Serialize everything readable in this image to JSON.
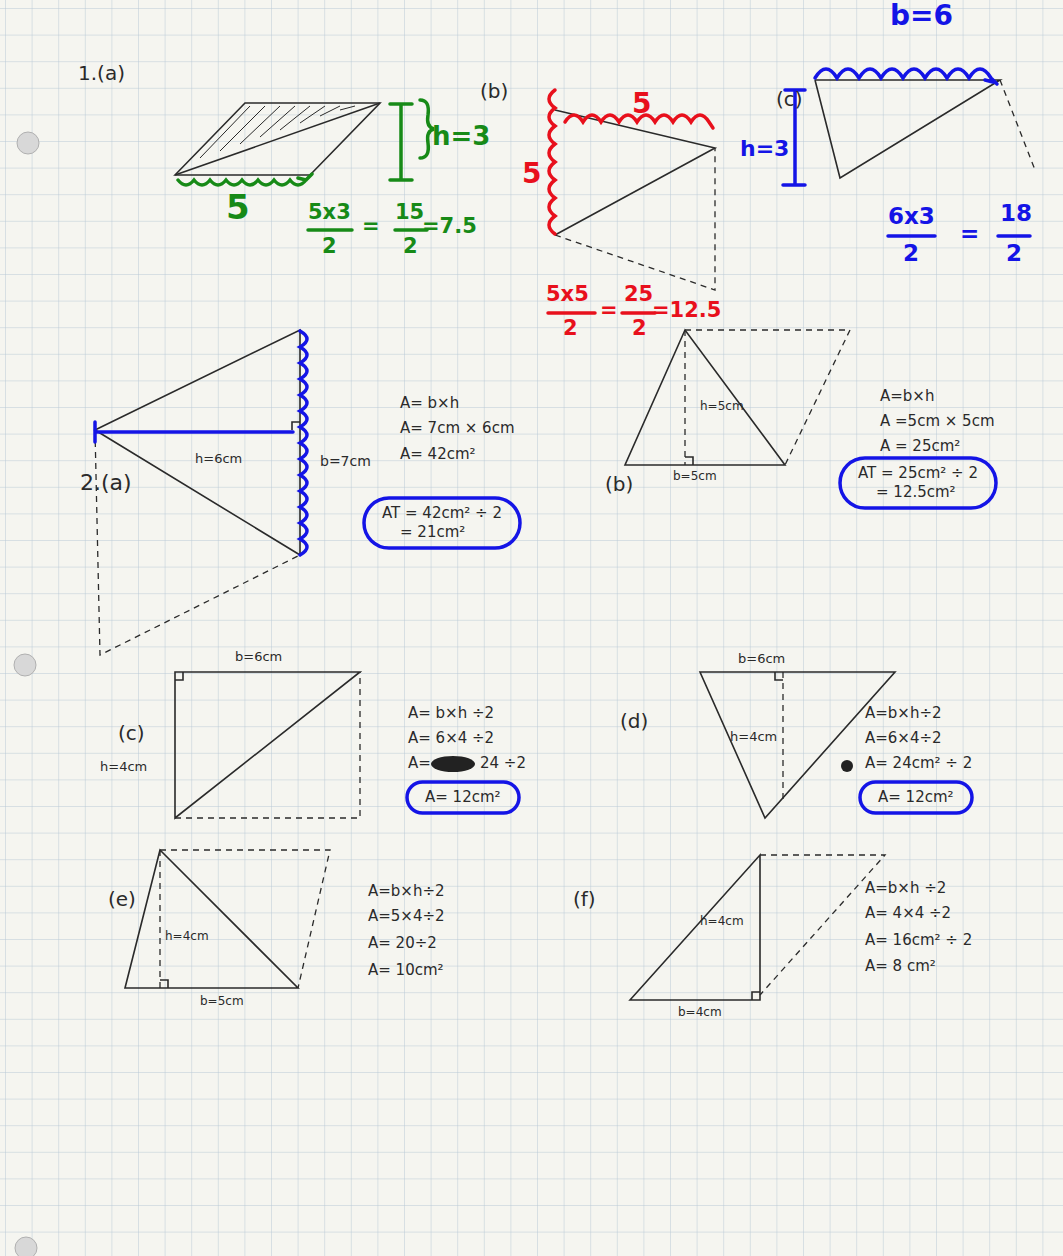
{
  "diagram": {
    "nodes": [
      {
        "text": [
          "AT = 42cm² ÷ 2",
          "= 21cm²"
        ]
      },
      {
        "text": [
          "AT = 25cm² ÷ 2",
          "= 12.5cm²"
        ]
      },
      {
        "text": [
          "A= 12cm²"
        ]
      },
      {
        "text": [
          "A= 12cm²"
        ]
      }
    ],
    "labels": [
      "1.(a)",
      "5",
      "h=3",
      "(b)",
      "5",
      "5",
      "5x3",
      "2",
      "=",
      "15",
      "2",
      "=7.5",
      "(c)",
      "h=3",
      "b=6",
      "5x5",
      "2",
      "=",
      "25",
      "2",
      "=12.5",
      "6x3",
      "2",
      "=",
      "18",
      "2",
      "2.(a)",
      "h=6cm",
      "b=7cm",
      "A= b×h",
      "A= 7cm × 6cm",
      "A= 42cm²",
      "(b)",
      "h=5cm",
      "b=5cm",
      "A=b×h",
      "A =5cm × 5cm",
      "A = 25cm²",
      "(c)",
      "b=6cm",
      "h=4cm",
      "A= b×h ÷2",
      "A= 6×4 ÷2",
      "A=",
      "24 ÷2",
      "(d)",
      "b=6cm",
      "h=4cm",
      "A=b×h÷2",
      "A=6×4÷2",
      "A= 24cm² ÷ 2",
      "(e)",
      "h=4cm",
      "b=5cm",
      "A=b×h÷2",
      "A=5×4÷2",
      "A= 20÷2",
      "A= 10cm²",
      "(f)",
      "h=4cm",
      "b=4cm",
      "A=b×h ÷2",
      "A= 4×4 ÷2",
      "A= 16cm² ÷ 2",
      "A= 8 cm²"
    ]
  }
}
